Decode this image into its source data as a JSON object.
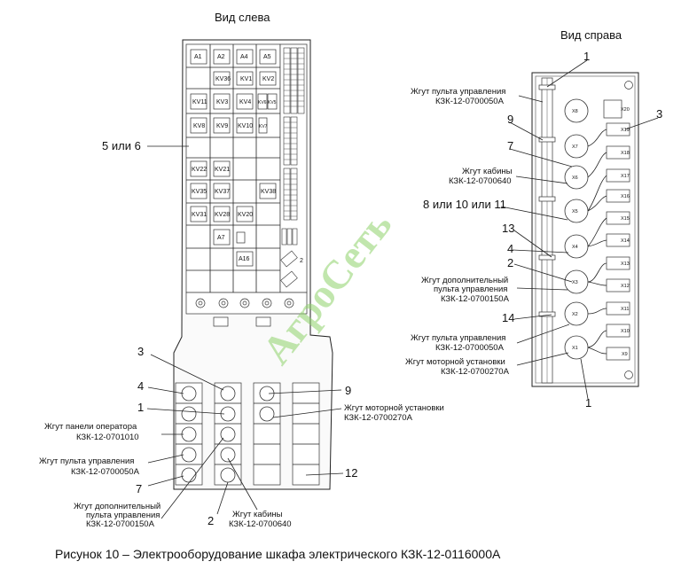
{
  "titles": {
    "left_view": "Вид слева",
    "right_view": "Вид справа"
  },
  "caption": "Рисунок 10 – Электрооборудование шкафа электрического КЗК-12-0116000А",
  "watermark": "АгроСеть",
  "left_panel": {
    "row1": [
      "A1",
      "A2",
      "A4",
      "A5"
    ],
    "row2": [
      "KV36",
      "KV1",
      "KV2"
    ],
    "row3": [
      "KV11",
      "KV3",
      "KV4",
      "KV6",
      "KV5"
    ],
    "row4": [
      "KV8",
      "KV9",
      "KV10",
      "KV7"
    ],
    "row6": [
      "KV22",
      "KV21"
    ],
    "row7": [
      "KV35",
      "KV37",
      "KV38"
    ],
    "row8": [
      "KV31",
      "KV28",
      "KV20"
    ],
    "row9": [
      "A7"
    ],
    "row10": [
      "A16"
    ],
    "mark_2": "2"
  },
  "left_labels": {
    "five_or_six": "5 или 6",
    "n3": "3",
    "n4": "4",
    "n1": "1",
    "n9": "9",
    "n7": "7",
    "n2": "2",
    "n12": "12",
    "operator_panel_harness": "Жгут панели оператора",
    "operator_panel_code": "КЗК-12-0701010",
    "control_panel_harness": "Жгут пульта управления",
    "control_panel_code": "КЗК-12-0700050А",
    "extra_panel_l1": "Жгут дополнительный",
    "extra_panel_l2": "пульта управления",
    "extra_panel_code": "КЗК-12-0700150А",
    "cab_harness": "Жгут кабины",
    "cab_code": "КЗК-12-0700640",
    "motor_harness": "Жгут моторной установки",
    "motor_code": "КЗК-12-0700270А"
  },
  "right_panel": {
    "x_left": [
      "X8",
      "X7",
      "X6",
      "X5",
      "X4",
      "X3",
      "X2",
      "X1"
    ],
    "x_right": [
      "X20",
      "X19",
      "X18",
      "X17",
      "X16",
      "X15",
      "X14",
      "X13",
      "X12",
      "X11",
      "X10",
      "X9"
    ]
  },
  "right_labels": {
    "n1_top": "1",
    "n3": "3",
    "n9": "9",
    "n7": "7",
    "n13": "13",
    "n4": "4",
    "n2": "2",
    "n14": "14",
    "n1_bottom": "1",
    "eight_ten_eleven": "8 или 10 или 11",
    "control_harness": "Жгут пульта управления",
    "control_code": "КЗК-12-0700050А",
    "cab_harness": "Жгут кабины",
    "cab_code": "КЗК-12-0700640",
    "extra_l1": "Жгут дополнительный",
    "extra_l2": "пульта управления",
    "extra_code": "КЗК-12-0700150А",
    "control2_harness": "Жгут пульта управления",
    "control2_code": "КЗК-12-0700050А",
    "motor_harness": "Жгут моторной установки",
    "motor_code": "КЗК-12-0700270А"
  }
}
